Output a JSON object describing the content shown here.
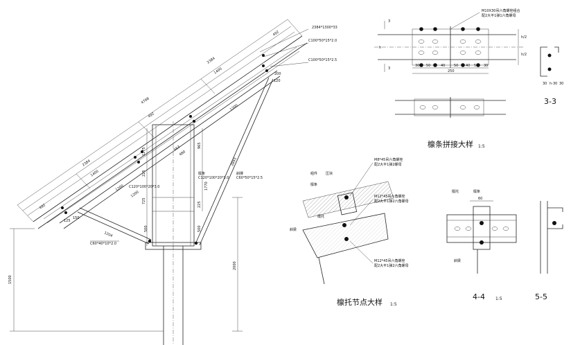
{
  "main_elevation": {
    "dimensions": [
      "4768",
      "2384",
      "1400",
      "492",
      "492",
      "2384",
      "1400",
      "492",
      "1200",
      "1200",
      "563",
      "480",
      "225",
      "725",
      "1275",
      "965",
      "1770",
      "225",
      "500",
      "500",
      "1204",
      "1200",
      "2893",
      "125",
      "150",
      "120",
      "200",
      "2000",
      "1500"
    ],
    "callouts": {
      "purlin_top": "2384*1300*33",
      "purlin_c1": "C100*50*15*2.0",
      "purlin_c2": "C100*50*15*2.5",
      "post_member": "C120*100*20*3.0",
      "brace_member": "C60*50*15*2.5",
      "tie_member": "C60*40*10*2.0",
      "post_label": "C120*100*20*3.0",
      "label_a": "檩条",
      "label_b": "斜撑"
    }
  },
  "purlin_splice": {
    "title": "檩条拼接大样",
    "scale": "1:5",
    "bolt_note": "M10X30吊六角螺栓组合",
    "bolt_note2": "配2大平1弹1六角螺母",
    "dims_top": [
      "30",
      "50",
      "40",
      "50",
      "40",
      "50",
      "30"
    ],
    "dim_total": "250",
    "dim_h2a": "h/2",
    "dim_h2b": "h/2",
    "dim_h": "h"
  },
  "section_33": {
    "label": "3-3",
    "dims": [
      "30",
      "h-30",
      "30"
    ]
  },
  "purlin_bracket": {
    "title": "檩托节点大样",
    "scale": "1:5",
    "note1": "M8*45吊六角螺栓",
    "note1b": "配2大平1弹2螺母",
    "note2": "M12*45吊六角螺栓",
    "note2b": "配2大平1弹2六角螺母",
    "note3": "M12*45吊六角螺栓",
    "note3b": "配2大平1弹2六角螺母",
    "labels": [
      "组件",
      "压块",
      "檩条",
      "檩托",
      "斜梁"
    ]
  },
  "section_44": {
    "label": "4-4",
    "scale": "1:5",
    "dim": "60",
    "labels": [
      "檩托",
      "檩条",
      "斜梁"
    ]
  },
  "section_55": {
    "label": "5-5"
  }
}
